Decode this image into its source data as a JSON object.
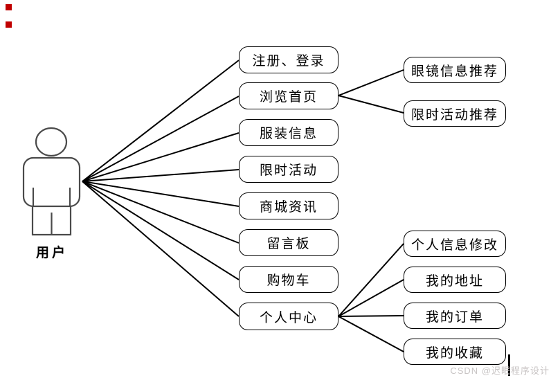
{
  "diagram": {
    "title_hint": "user use-case diagram",
    "actor": {
      "label": "用户"
    },
    "left_nodes": [
      {
        "label": "注册、登录"
      },
      {
        "label": "浏览首页"
      },
      {
        "label": "服装信息"
      },
      {
        "label": "限时活动"
      },
      {
        "label": "商城资讯"
      },
      {
        "label": "留言板"
      },
      {
        "label": "购物车"
      },
      {
        "label": "个人中心"
      }
    ],
    "right_top_nodes": [
      {
        "label": "眼镜信息推荐"
      },
      {
        "label": "限时活动推荐"
      }
    ],
    "right_bottom_nodes": [
      {
        "label": "个人信息修改"
      },
      {
        "label": "我的地址"
      },
      {
        "label": "我的订单"
      },
      {
        "label": "我的收藏"
      }
    ],
    "edges": [
      {
        "from": "用户",
        "to": "注册、登录"
      },
      {
        "from": "用户",
        "to": "浏览首页"
      },
      {
        "from": "用户",
        "to": "服装信息"
      },
      {
        "from": "用户",
        "to": "限时活动"
      },
      {
        "from": "用户",
        "to": "商城资讯"
      },
      {
        "from": "用户",
        "to": "留言板"
      },
      {
        "from": "用户",
        "to": "购物车"
      },
      {
        "from": "用户",
        "to": "个人中心"
      },
      {
        "from": "浏览首页",
        "to": "眼镜信息推荐"
      },
      {
        "from": "浏览首页",
        "to": "限时活动推荐"
      },
      {
        "from": "个人中心",
        "to": "个人信息修改"
      },
      {
        "from": "个人中心",
        "to": "我的地址"
      },
      {
        "from": "个人中心",
        "to": "我的订单"
      },
      {
        "from": "个人中心",
        "to": "我的收藏"
      }
    ]
  },
  "watermark": {
    "text": "CSDN @迟眠程序设计"
  },
  "colors": {
    "node_border": "#000000",
    "edge_line": "#000000",
    "actor_outline": "#4a4a4a",
    "watermark_text": "#c9c5c5",
    "marker_red": "#c00000"
  }
}
